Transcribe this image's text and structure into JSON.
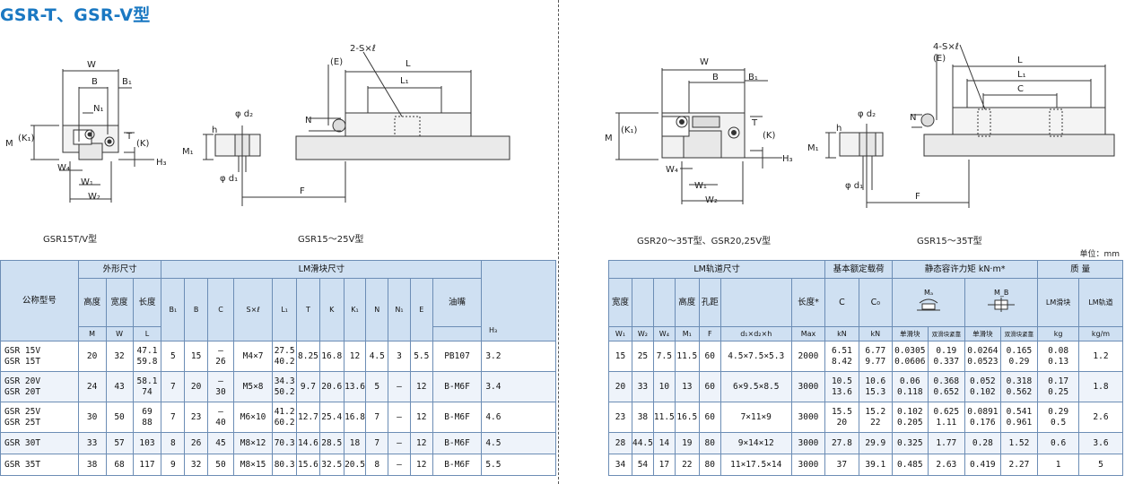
{
  "title": "GSR-T、GSR-V型",
  "captions": {
    "fig1": "GSR15T/V型",
    "fig2": "GSR15～25V型",
    "fig3": "GSR20～35T型、GSR20,25V型",
    "fig4": "GSR15～35T型"
  },
  "unit": "单位：mm",
  "drawing_labels": {
    "W": "W",
    "B": "B",
    "B1": "B₁",
    "N1": "N₁",
    "M": "M",
    "K1": "(K₁)",
    "T": "T",
    "K": "(K)",
    "H3": "H₃",
    "W4": "W₄",
    "W1": "W₁",
    "W2": "W₂",
    "E": "(E)",
    "L": "L",
    "L1": "L₁",
    "C": "C",
    "N": "N",
    "d2": "φ d₂",
    "d1": "φ d₁",
    "h": "h",
    "M1": "M₁",
    "F": "F",
    "S2": "2-S×ℓ",
    "S4": "4-S×ℓ"
  },
  "left_table": {
    "headers": {
      "model": "公称型号",
      "outer": "外形尺寸",
      "lm_block": "LM滑块尺寸",
      "height": "高度",
      "width": "宽度",
      "length": "长度",
      "M": "M",
      "W": "W",
      "L": "L",
      "B1": "B₁",
      "B": "B",
      "C": "C",
      "Sxl": "S×ℓ",
      "L1": "L₁",
      "T": "T",
      "K": "K",
      "K1": "K₁",
      "N": "N",
      "N1": "N₁",
      "E": "E",
      "nipple": "油嘴",
      "H3": "H₃"
    },
    "rows": [
      {
        "model": [
          "GSR 15V",
          "GSR 15T"
        ],
        "M": "20",
        "W": "32",
        "L": [
          "47.1",
          "59.8"
        ],
        "B1": "5",
        "B": "15",
        "C": [
          "—",
          "26"
        ],
        "Sxl": "M4×7",
        "L1": [
          "27.5",
          "40.2"
        ],
        "T": "8.25",
        "K": "16.8",
        "K1": "12",
        "N": "4.5",
        "N1": "3",
        "E": "5.5",
        "nipple": "PB107",
        "H3": "3.2"
      },
      {
        "model": [
          "GSR 20V",
          "GSR 20T"
        ],
        "M": "24",
        "W": "43",
        "L": [
          "58.1",
          "74"
        ],
        "B1": "7",
        "B": "20",
        "C": [
          "—",
          "30"
        ],
        "Sxl": "M5×8",
        "L1": [
          "34.3",
          "50.2"
        ],
        "T": "9.7",
        "K": "20.6",
        "K1": "13.6",
        "N": "5",
        "N1": "—",
        "E": "12",
        "nipple": "B-M6F",
        "H3": "3.4"
      },
      {
        "model": [
          "GSR 25V",
          "GSR 25T"
        ],
        "M": "30",
        "W": "50",
        "L": [
          "69",
          "88"
        ],
        "B1": "7",
        "B": "23",
        "C": [
          "—",
          "40"
        ],
        "Sxl": "M6×10",
        "L1": [
          "41.2",
          "60.2"
        ],
        "T": "12.7",
        "K": "25.4",
        "K1": "16.8",
        "N": "7",
        "N1": "—",
        "E": "12",
        "nipple": "B-M6F",
        "H3": "4.6"
      },
      {
        "model": [
          "GSR 30T"
        ],
        "M": "33",
        "W": "57",
        "L": [
          "103"
        ],
        "B1": "8",
        "B": "26",
        "C": [
          "45"
        ],
        "Sxl": "M8×12",
        "L1": [
          "70.3"
        ],
        "T": "14.6",
        "K": "28.5",
        "K1": "18",
        "N": "7",
        "N1": "—",
        "E": "12",
        "nipple": "B-M6F",
        "H3": "4.5"
      },
      {
        "model": [
          "GSR 35T"
        ],
        "M": "38",
        "W": "68",
        "L": [
          "117"
        ],
        "B1": "9",
        "B": "32",
        "C": [
          "50"
        ],
        "Sxl": "M8×15",
        "L1": [
          "80.3"
        ],
        "T": "15.6",
        "K": "32.5",
        "K1": "20.5",
        "N": "8",
        "N1": "—",
        "E": "12",
        "nipple": "B-M6F",
        "H3": "5.5"
      }
    ]
  },
  "right_table": {
    "headers": {
      "rail": "LM轨道尺寸",
      "load": "基本额定载荷",
      "moment": "静态容许力矩 kN·m*",
      "mass": "质 量",
      "width": "宽度",
      "height": "高度",
      "pitch": "孔距",
      "W1": "W₁",
      "W2": "W₂",
      "W4": "W₄",
      "M1": "M₁",
      "F": "F",
      "d": "d₁×d₂×h",
      "len": "长度*",
      "max": "Max",
      "C": "C",
      "C0": "C₀",
      "kN": "kN",
      "MA": "Mₐ",
      "MB": "M_B",
      "single": "单滑块",
      "double": "双滑块紧靠",
      "block": "LM滑块",
      "rail_m": "LM轨道",
      "kg": "kg",
      "kgm": "kg/m"
    },
    "rows": [
      {
        "W1": "15",
        "W2": "25",
        "W4": "7.5",
        "M1": "11.5",
        "F": "60",
        "d": "4.5×7.5×5.3",
        "max": "2000",
        "C": [
          "6.51",
          "8.42"
        ],
        "C0": [
          "6.77",
          "9.77"
        ],
        "MA1": [
          "0.0305",
          "0.0606"
        ],
        "MA2": [
          "0.19",
          "0.337"
        ],
        "MB1": [
          "0.0264",
          "0.0523"
        ],
        "MB2": [
          "0.165",
          "0.29"
        ],
        "block": [
          "0.08",
          "0.13"
        ],
        "rail": "1.2"
      },
      {
        "W1": "20",
        "W2": "33",
        "W4": "10",
        "M1": "13",
        "F": "60",
        "d": "6×9.5×8.5",
        "max": "3000",
        "C": [
          "10.5",
          "13.6"
        ],
        "C0": [
          "10.6",
          "15.3"
        ],
        "MA1": [
          "0.06",
          "0.118"
        ],
        "MA2": [
          "0.368",
          "0.652"
        ],
        "MB1": [
          "0.052",
          "0.102"
        ],
        "MB2": [
          "0.318",
          "0.562"
        ],
        "block": [
          "0.17",
          "0.25"
        ],
        "rail": "1.8"
      },
      {
        "W1": "23",
        "W2": "38",
        "W4": "11.5",
        "M1": "16.5",
        "F": "60",
        "d": "7×11×9",
        "max": "3000",
        "C": [
          "15.5",
          "20"
        ],
        "C0": [
          "15.2",
          "22"
        ],
        "MA1": [
          "0.102",
          "0.205"
        ],
        "MA2": [
          "0.625",
          "1.11"
        ],
        "MB1": [
          "0.0891",
          "0.176"
        ],
        "MB2": [
          "0.541",
          "0.961"
        ],
        "block": [
          "0.29",
          "0.5"
        ],
        "rail": "2.6"
      },
      {
        "W1": "28",
        "W2": "44.5",
        "W4": "14",
        "M1": "19",
        "F": "80",
        "d": "9×14×12",
        "max": "3000",
        "C": [
          "27.8"
        ],
        "C0": [
          "29.9"
        ],
        "MA1": [
          "0.325"
        ],
        "MA2": [
          "1.77"
        ],
        "MB1": [
          "0.28"
        ],
        "MB2": [
          "1.52"
        ],
        "block": [
          "0.6"
        ],
        "rail": "3.6"
      },
      {
        "W1": "34",
        "W2": "54",
        "W4": "17",
        "M1": "22",
        "F": "80",
        "d": "11×17.5×14",
        "max": "3000",
        "C": [
          "37"
        ],
        "C0": [
          "39.1"
        ],
        "MA1": [
          "0.485"
        ],
        "MA2": [
          "2.63"
        ],
        "MB1": [
          "0.419"
        ],
        "MB2": [
          "2.27"
        ],
        "block": [
          "1"
        ],
        "rail": "5"
      }
    ]
  }
}
